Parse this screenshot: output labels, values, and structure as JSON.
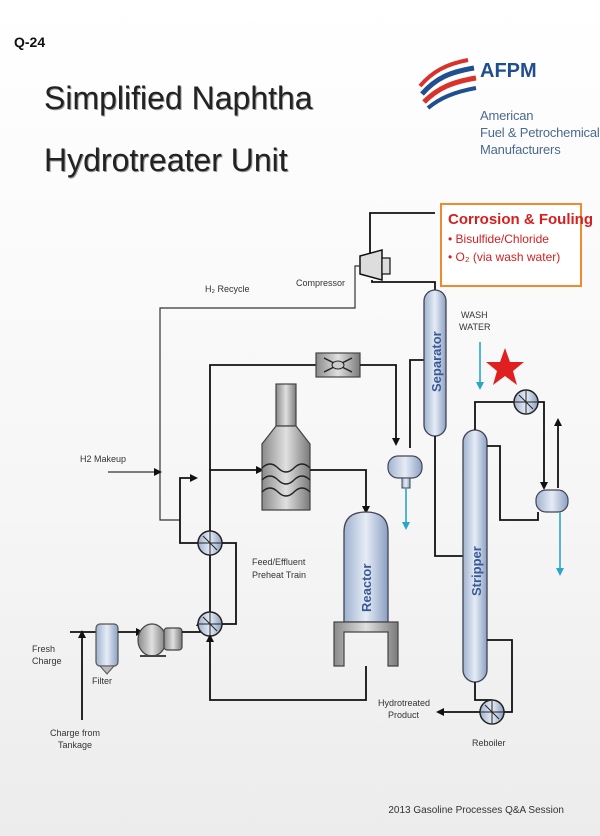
{
  "slide_number": "Q-24",
  "title": {
    "line1": "Simplified Naphtha",
    "line2": "Hydrotreater  Unit"
  },
  "logo": {
    "acronym": "AFPM",
    "lines": [
      "American",
      "Fuel & Petrochemical",
      "Manufacturers"
    ]
  },
  "callout": {
    "title": "Corrosion & Fouling",
    "bullets": [
      "Bisulfide/Chloride",
      "O₂ (via wash water)"
    ]
  },
  "labels": {
    "h2_recycle": "H₂ Recycle",
    "compressor": "Compressor",
    "wash_water_1": "WASH",
    "wash_water_2": "WATER",
    "h2_makeup": "H2 Makeup",
    "feed_effluent_1": "Feed/Effluent",
    "feed_effluent_2": "Preheat Train",
    "fresh_charge_1": "Fresh",
    "fresh_charge_2": "Charge",
    "filter": "Filter",
    "charge_tankage_1": "Charge from",
    "charge_tankage_2": "Tankage",
    "hydrotreated_1": "Hydrotreated",
    "hydrotreated_2": "Product",
    "reboiler": "Reboiler",
    "separator": "Separator",
    "reactor": "Reactor",
    "stripper": "Stripper"
  },
  "footer": "2013 Gasoline  Processes Q&A Session",
  "colors": {
    "callout_border": "#f08a2e",
    "callout_text": "#d42020",
    "vessel_label": "#3a5a96",
    "water_lines": "#2aa6c8",
    "star": "#e02020",
    "logo_blue": "#1f4f8f",
    "logo_red": "#d8322a"
  },
  "icons": [
    "afpm-flag-logo",
    "red-star-marker",
    "compressor-symbol",
    "pump-symbol",
    "heat-exchanger-symbol",
    "fired-heater-symbol"
  ]
}
